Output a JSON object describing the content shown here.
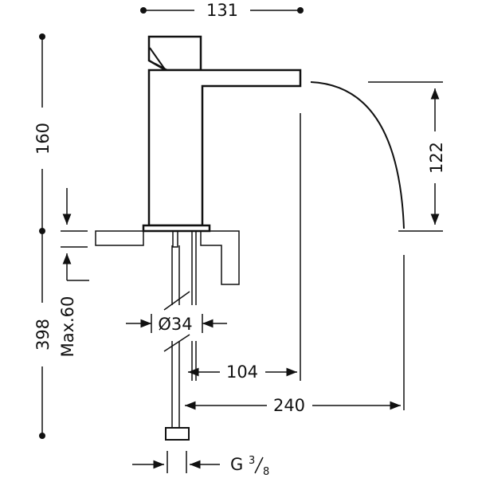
{
  "dimensions": {
    "top_width": "131",
    "total_height": "160",
    "spout_drop": "122",
    "overall_height": "398",
    "max_deck": "Max.60",
    "pipe_diameter": "Ø34",
    "spout_reach": "104",
    "total_reach": "240",
    "thread": {
      "label": "G",
      "num": "3",
      "den": "8"
    }
  }
}
